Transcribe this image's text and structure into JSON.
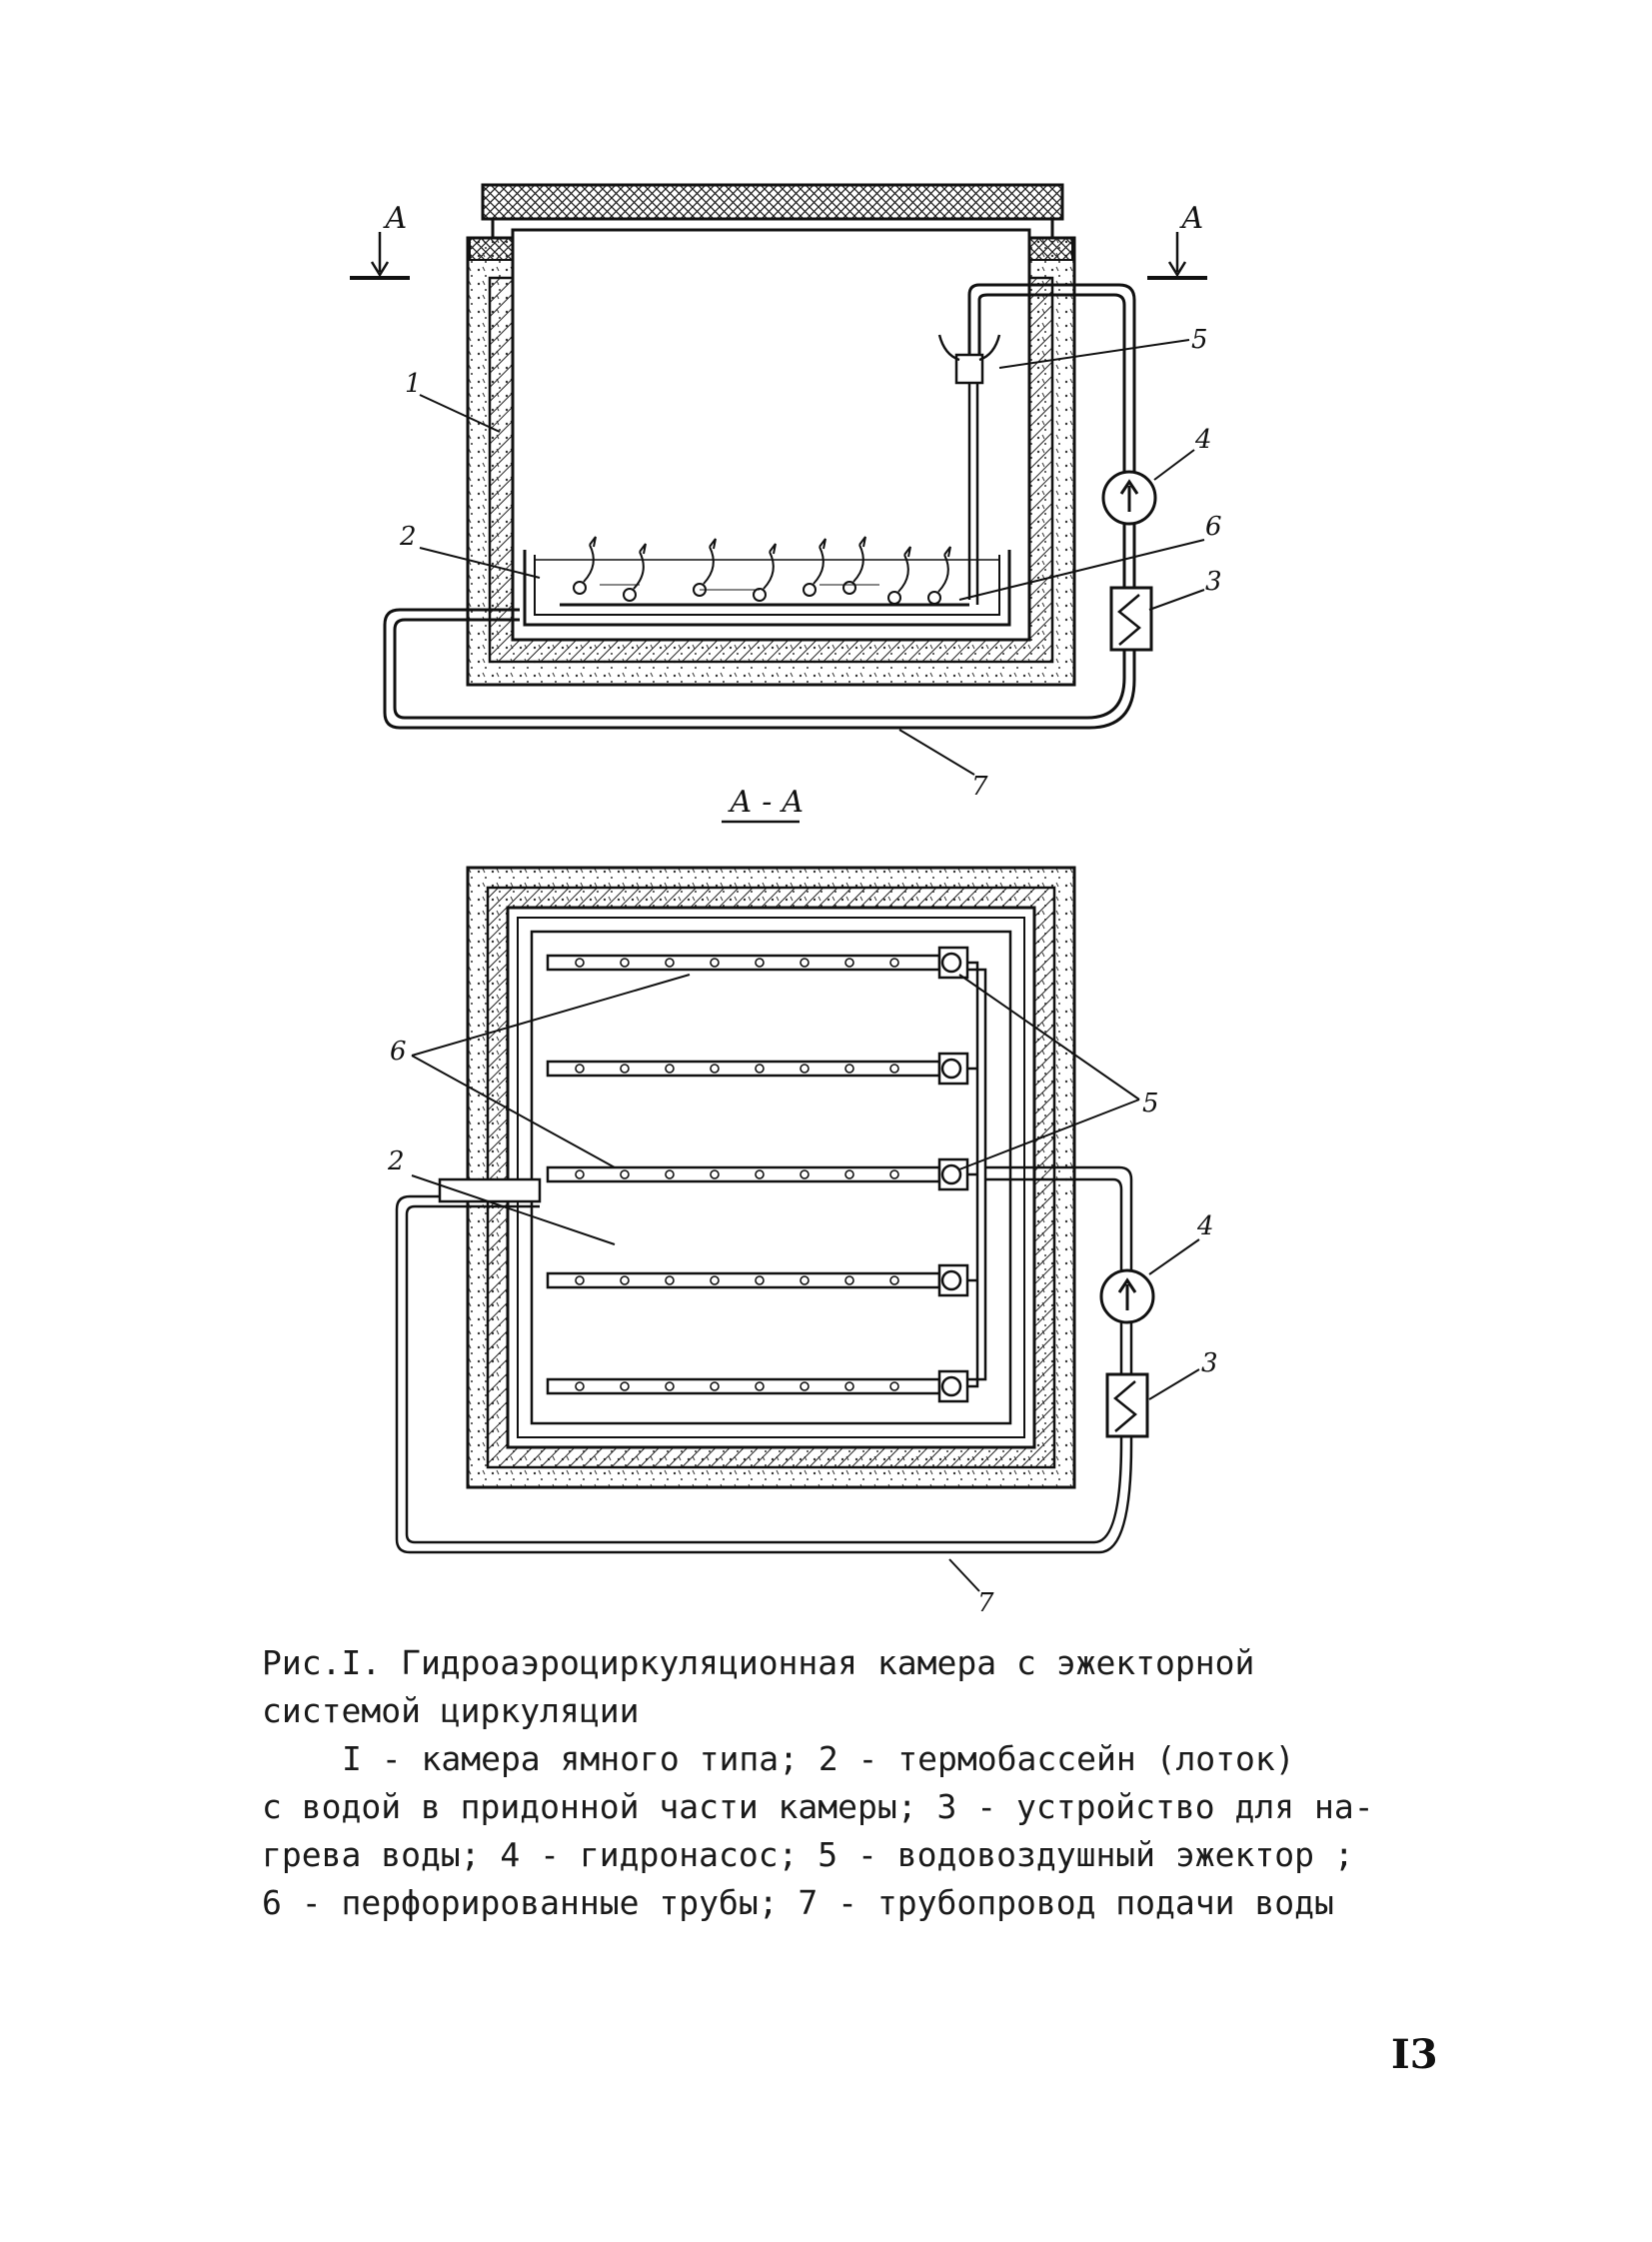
{
  "figure": {
    "section_mark": "А",
    "section_title": "А - А",
    "callouts": {
      "c1": "1",
      "c2": "2",
      "c3": "3",
      "c4": "4",
      "c5": "5",
      "c6": "6",
      "c7": "7"
    }
  },
  "caption": {
    "title_line1": "Рис.I. Гидроаэроциркуляционная камера с эжекторной",
    "title_line2": "системой циркуляции",
    "legend_line1": "I - камера ямного типа; 2 - термобассейн (лоток)",
    "legend_line2": "с водой в придонной части камеры; 3 - устройство для на-",
    "legend_line3": "грева воды; 4 - гидронасос; 5 - водовоздушный эжектор ;",
    "legend_line4": "6 - перфорированные трубы; 7 - трубопровод подачи воды"
  },
  "page_number": "I3"
}
